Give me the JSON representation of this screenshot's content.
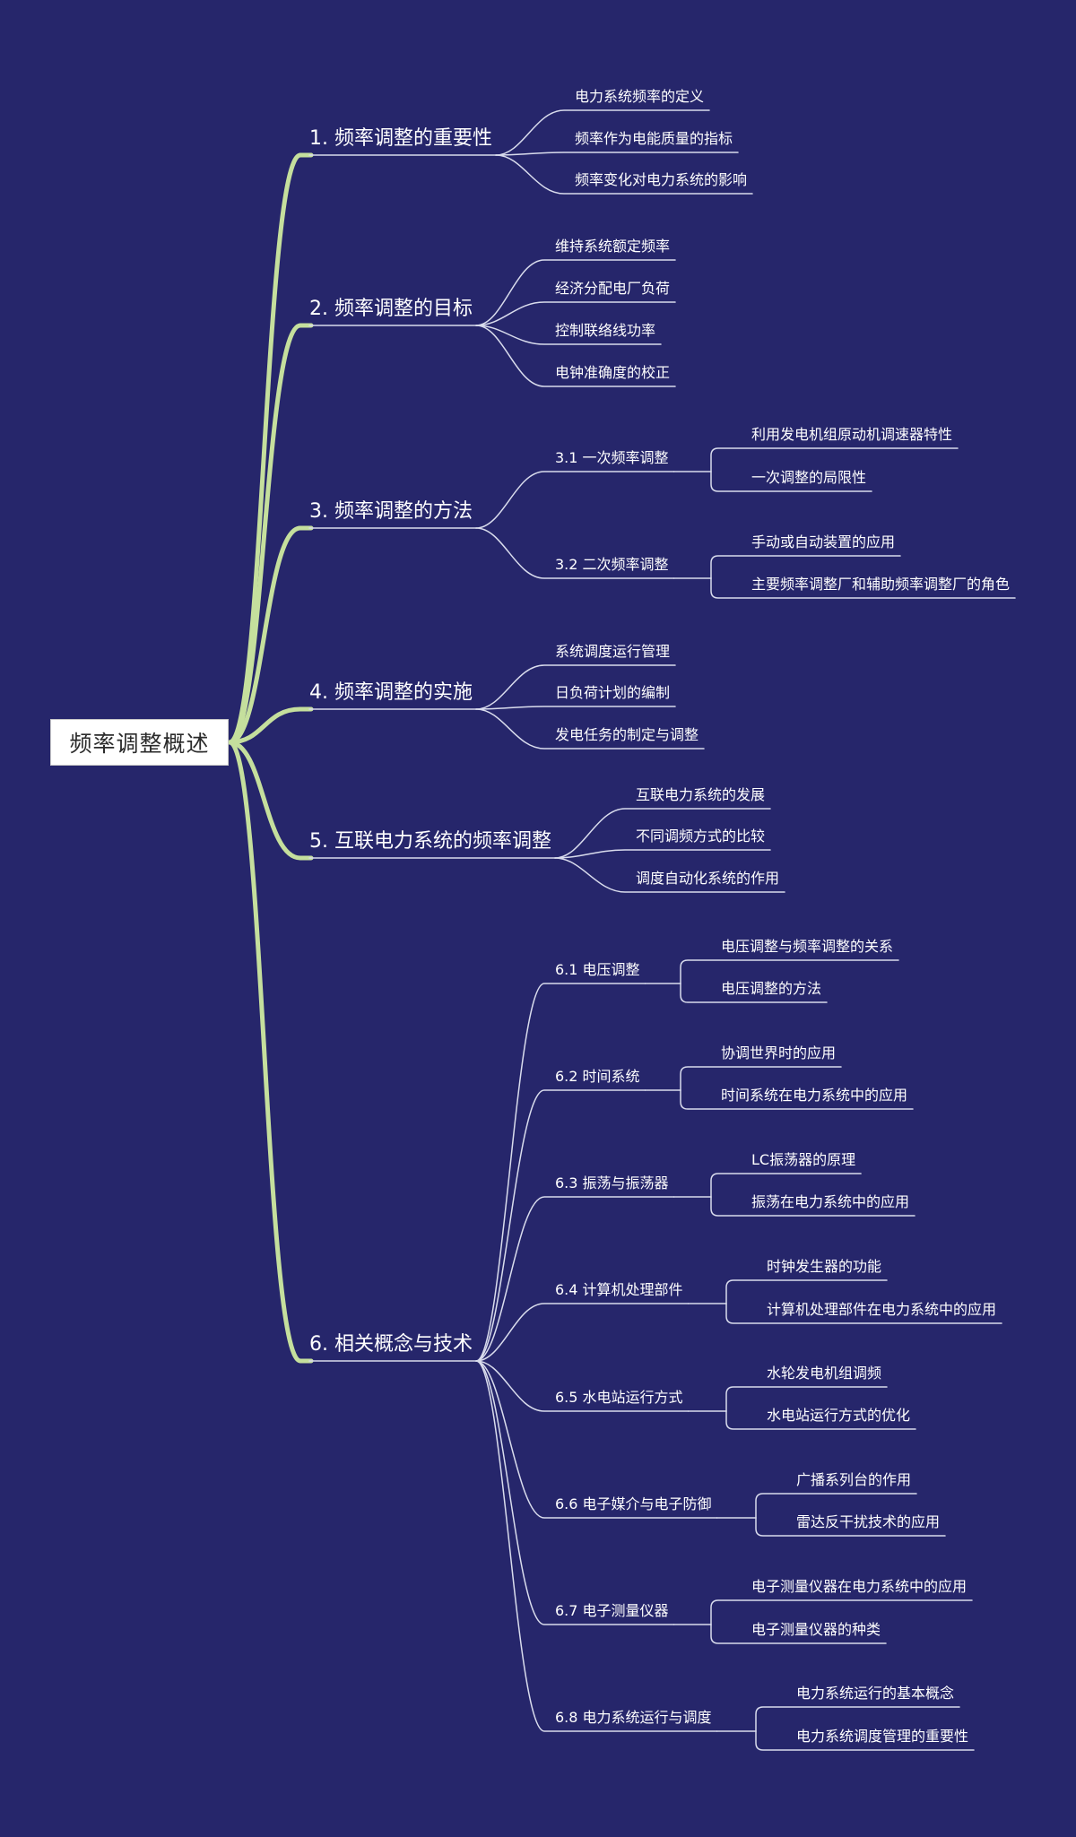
{
  "colors": {
    "background": "#26266b",
    "main_branch": "#c5df9d",
    "sub_branch": "#d9dced",
    "root_box": "#ffffff",
    "text": "#ffffff"
  },
  "root": {
    "label": "频率调整概述"
  },
  "branches": [
    {
      "label": "1. 频率调整的重要性",
      "children": [
        {
          "label": "电力系统频率的定义"
        },
        {
          "label": "频率作为电能质量的指标"
        },
        {
          "label": "频率变化对电力系统的影响"
        }
      ]
    },
    {
      "label": "2. 频率调整的目标",
      "children": [
        {
          "label": "维持系统额定频率"
        },
        {
          "label": "经济分配电厂负荷"
        },
        {
          "label": "控制联络线功率"
        },
        {
          "label": "电钟准确度的校正"
        }
      ]
    },
    {
      "label": "3. 频率调整的方法",
      "children": [
        {
          "label": "3.1 一次频率调整",
          "children": [
            {
              "label": "利用发电机组原动机调速器特性"
            },
            {
              "label": "一次调整的局限性"
            }
          ]
        },
        {
          "label": "3.2 二次频率调整",
          "children": [
            {
              "label": "手动或自动装置的应用"
            },
            {
              "label": "主要频率调整厂和辅助频率调整厂的角色"
            }
          ]
        }
      ]
    },
    {
      "label": "4. 频率调整的实施",
      "children": [
        {
          "label": "系统调度运行管理"
        },
        {
          "label": "日负荷计划的编制"
        },
        {
          "label": "发电任务的制定与调整"
        }
      ]
    },
    {
      "label": "5. 互联电力系统的频率调整",
      "children": [
        {
          "label": "互联电力系统的发展"
        },
        {
          "label": "不同调频方式的比较"
        },
        {
          "label": "调度自动化系统的作用"
        }
      ]
    },
    {
      "label": "6. 相关概念与技术",
      "children": [
        {
          "label": "6.1 电压调整",
          "children": [
            {
              "label": "电压调整与频率调整的关系"
            },
            {
              "label": "电压调整的方法"
            }
          ]
        },
        {
          "label": "6.2 时间系统",
          "children": [
            {
              "label": "协调世界时的应用"
            },
            {
              "label": "时间系统在电力系统中的应用"
            }
          ]
        },
        {
          "label": "6.3 振荡与振荡器",
          "children": [
            {
              "label": "LC振荡器的原理"
            },
            {
              "label": "振荡在电力系统中的应用"
            }
          ]
        },
        {
          "label": "6.4 计算机处理部件",
          "children": [
            {
              "label": "时钟发生器的功能"
            },
            {
              "label": "计算机处理部件在电力系统中的应用"
            }
          ]
        },
        {
          "label": "6.5 水电站运行方式",
          "children": [
            {
              "label": "水轮发电机组调频"
            },
            {
              "label": "水电站运行方式的优化"
            }
          ]
        },
        {
          "label": "6.6 电子媒介与电子防御",
          "children": [
            {
              "label": "广播系列台的作用"
            },
            {
              "label": "雷达反干扰技术的应用"
            }
          ]
        },
        {
          "label": "6.7 电子测量仪器",
          "children": [
            {
              "label": "电子测量仪器在电力系统中的应用"
            },
            {
              "label": "电子测量仪器的种类"
            }
          ]
        },
        {
          "label": "6.8 电力系统运行与调度",
          "children": [
            {
              "label": "电力系统运行的基本概念"
            },
            {
              "label": "电力系统调度管理的重要性"
            }
          ]
        }
      ]
    }
  ]
}
